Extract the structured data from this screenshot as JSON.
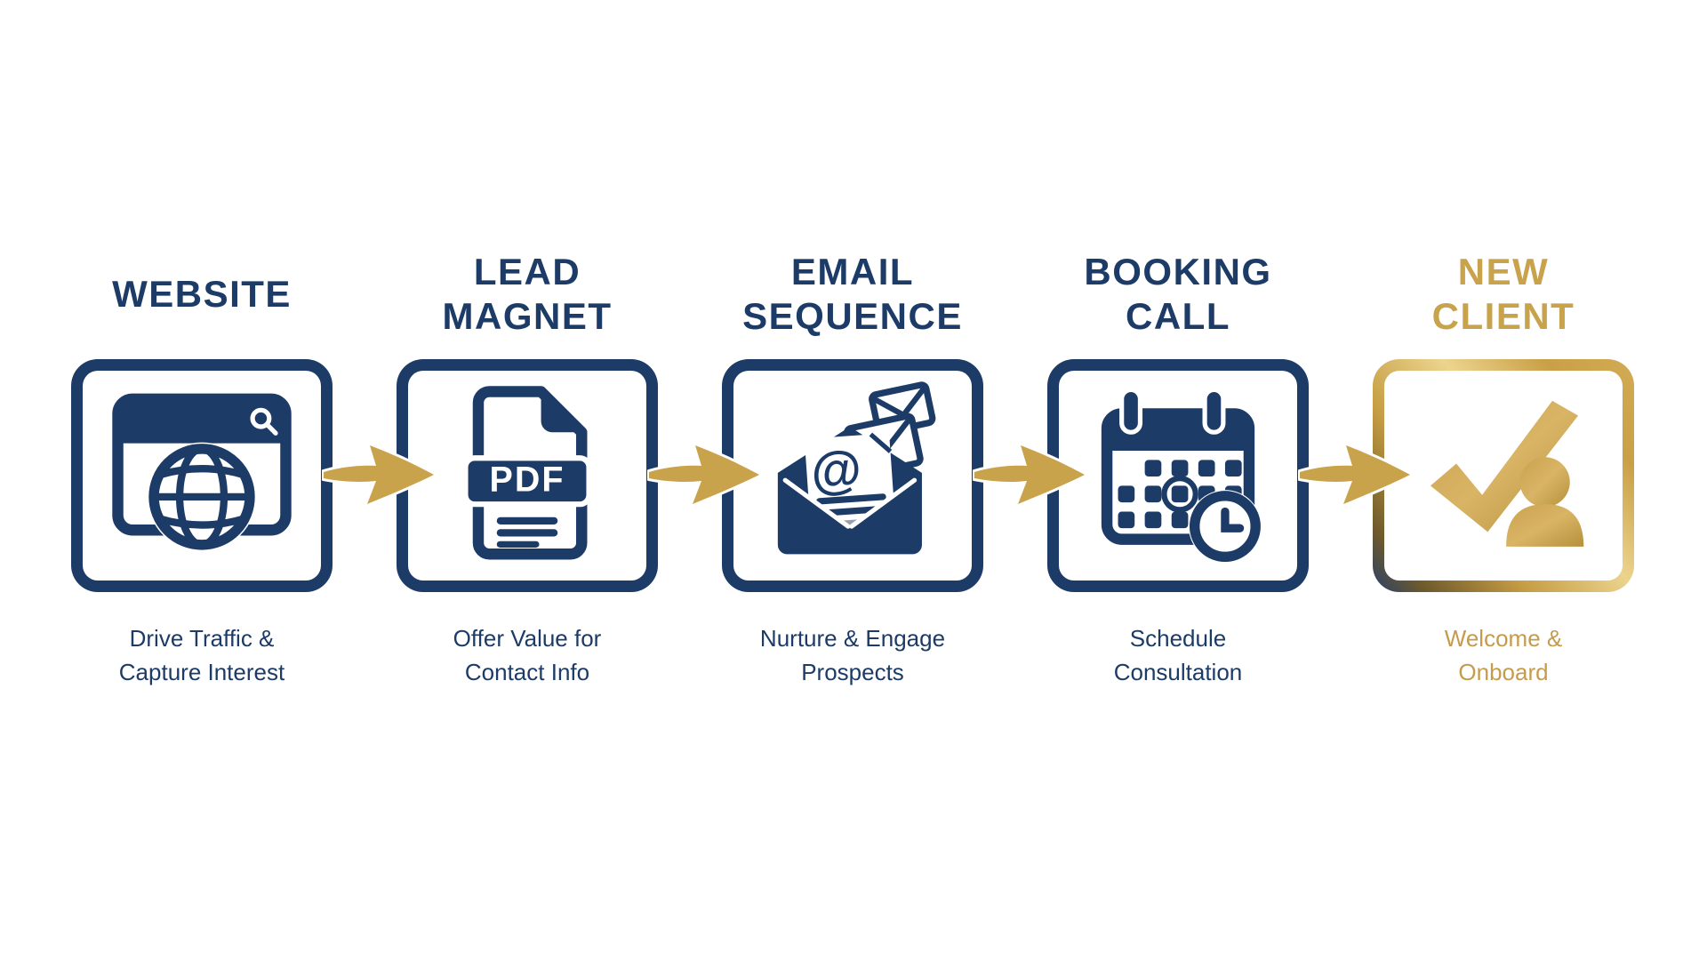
{
  "colors": {
    "navy": "#1d3b67",
    "gold": "#c9a24c",
    "gold_text": "#c59c4e",
    "background": "#ffffff"
  },
  "steps": [
    {
      "title": "WEBSITE",
      "subtitle": "Drive Traffic &\nCapture Interest",
      "icon": "browser-globe-icon"
    },
    {
      "title": "LEAD\nMAGNET",
      "subtitle": "Offer Value for\nContact Info",
      "icon": "pdf-document-icon",
      "badge": "PDF"
    },
    {
      "title": "EMAIL\nSEQUENCE",
      "subtitle": "Nurture & Engage\nProspects",
      "icon": "email-envelope-icon",
      "glyph": "@"
    },
    {
      "title": "BOOKING\nCALL",
      "subtitle": "Schedule\nConsultation",
      "icon": "calendar-clock-icon"
    },
    {
      "title": "NEW\nCLIENT",
      "subtitle": "Welcome &\nOnboard",
      "icon": "check-person-icon"
    }
  ],
  "arrows": {
    "count": 4,
    "style": "gold-brush-arrow"
  }
}
